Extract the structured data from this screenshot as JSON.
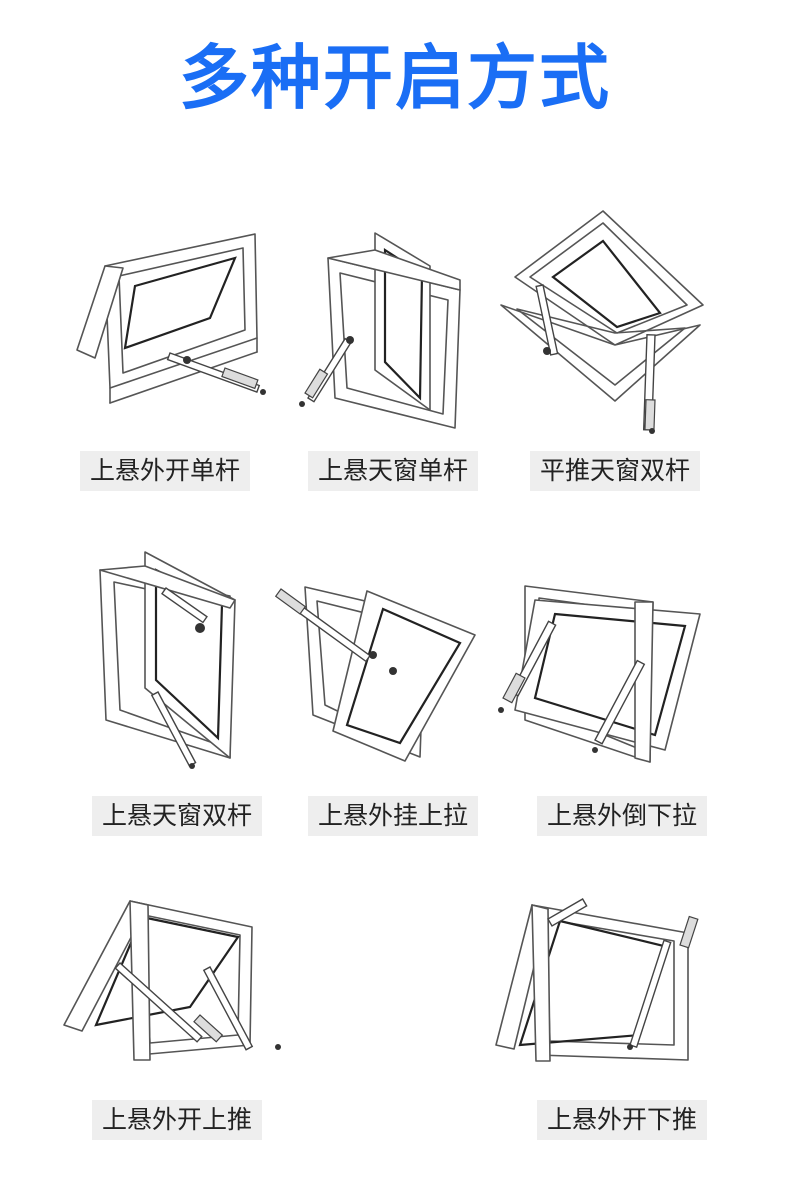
{
  "title": "多种开启方式",
  "items": [
    {
      "label": "上悬外开单杆"
    },
    {
      "label": "上悬天窗单杆"
    },
    {
      "label": "平推天窗双杆"
    },
    {
      "label": "上悬天窗双杆"
    },
    {
      "label": "上悬外挂上拉"
    },
    {
      "label": "上悬外倒下拉"
    },
    {
      "label": "上悬外开上推"
    },
    {
      "label": "上悬外开下推"
    }
  ],
  "colors": {
    "title": "#1a6ef5",
    "label_bg": "#eeeeee",
    "label_text": "#222222"
  },
  "icons": [
    "window-illustration"
  ]
}
